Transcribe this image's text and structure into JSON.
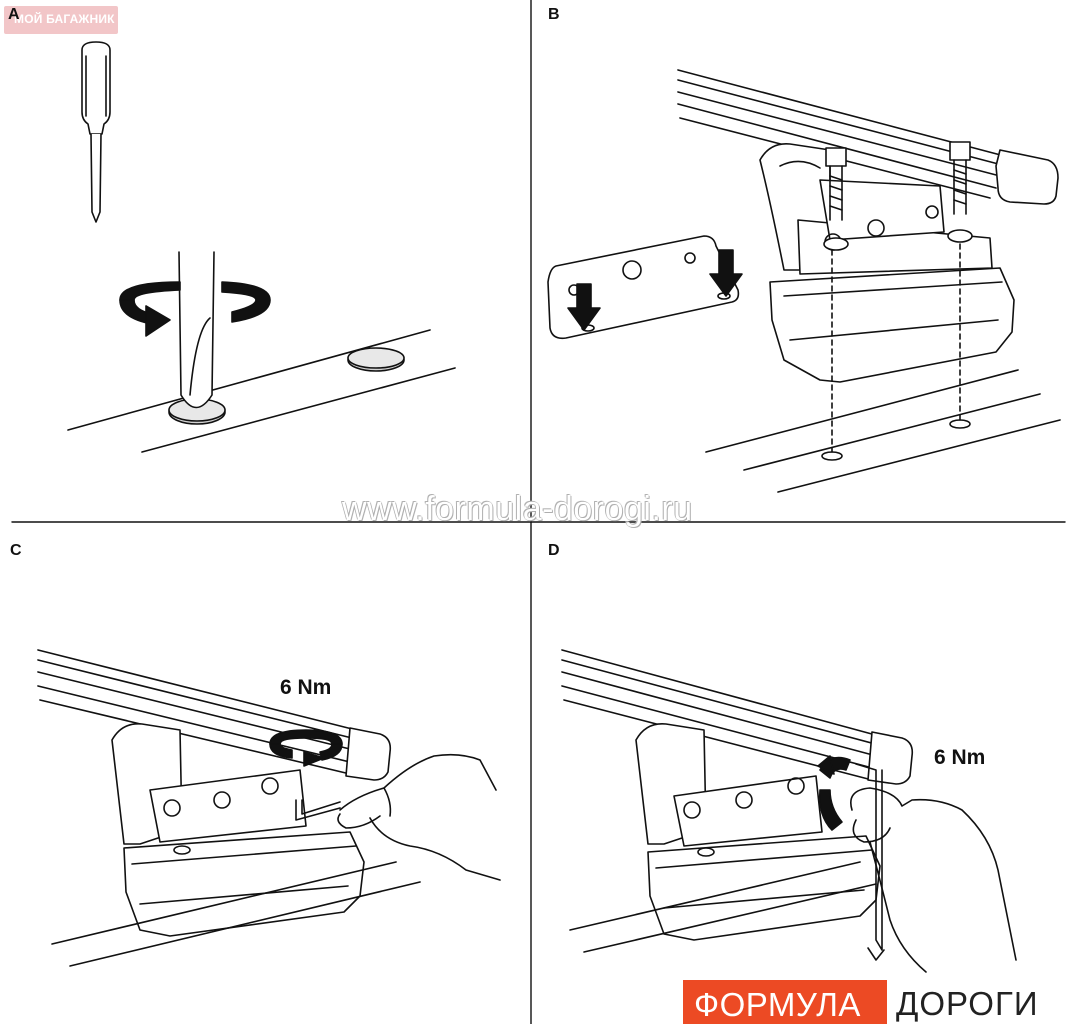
{
  "panels": [
    {
      "id": "A",
      "label": "A"
    },
    {
      "id": "B",
      "label": "B"
    },
    {
      "id": "C",
      "label": "C"
    },
    {
      "id": "D",
      "label": "D"
    }
  ],
  "torque": {
    "panel_c": "6 Nm",
    "panel_d": "6 Nm"
  },
  "corner_badge": "МОЙ БАГАЖНИК",
  "watermark": "www.formula-dorogi.ru",
  "logo": {
    "part1": "ФОРМУЛА",
    "part2": "ДОРОГИ",
    "accent_color": "#ec4a24"
  },
  "icons": [
    "screwdriver-icon",
    "rotation-arrow-icon",
    "down-arrow-icon",
    "hex-key-icon",
    "hand-icon",
    "bolt-icon"
  ]
}
